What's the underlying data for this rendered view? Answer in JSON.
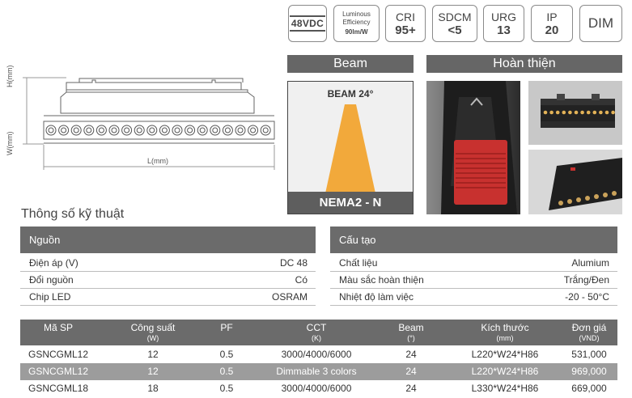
{
  "badges": {
    "voltage": "48VDC",
    "luminous_l1": "Luminous",
    "luminous_l2": "Efficiency",
    "luminous_value": "90lm/W",
    "cri_label": "CRI",
    "cri_value": "95+",
    "sdcm_label": "SDCM",
    "sdcm_value": "<5",
    "urg_label": "URG",
    "urg_value": "13",
    "ip_label": "IP",
    "ip_value": "20",
    "dim_label": "DIM"
  },
  "drawing": {
    "h_label": "H(mm)",
    "w_label": "W(mm)",
    "l_label": "L(mm)"
  },
  "beam": {
    "header": "Beam",
    "angle": "BEAM 24°",
    "model": "NEMA2 - N"
  },
  "finish": {
    "header": "Hoàn thiện"
  },
  "specs": {
    "title": "Thông số kỹ thuật",
    "power": {
      "header": "Nguồn",
      "rows": [
        {
          "key": "Điện áp (V)",
          "value": "DC 48"
        },
        {
          "key": "Đổi nguồn",
          "value": "Có"
        },
        {
          "key": "Chip LED",
          "value": "OSRAM"
        }
      ]
    },
    "structure": {
      "header": "Cấu tạo",
      "rows": [
        {
          "key": "Chất liệu",
          "value": "Alumium"
        },
        {
          "key": "Màu sắc hoàn thiện",
          "value": "Trắng/Đen"
        },
        {
          "key": "Nhiệt độ làm việc",
          "value": "-20 - 50°C"
        }
      ]
    }
  },
  "products": {
    "columns": [
      {
        "label": "Mã SP",
        "unit": ""
      },
      {
        "label": "Công suất",
        "unit": "(W)"
      },
      {
        "label": "PF",
        "unit": ""
      },
      {
        "label": "CCT",
        "unit": "(K)"
      },
      {
        "label": "Beam",
        "unit": "(°)"
      },
      {
        "label": "Kích thước",
        "unit": "(mm)"
      },
      {
        "label": "Đơn giá",
        "unit": "(VND)"
      }
    ],
    "rows": [
      [
        "GSNCGML12",
        "12",
        "0.5",
        "3000/4000/6000",
        "24",
        "L220*W24*H86",
        "531,000"
      ],
      [
        "GSNCGML12",
        "12",
        "0.5",
        "Dimmable 3 colors",
        "24",
        "L220*W24*H86",
        "969,000"
      ],
      [
        "GSNCGML18",
        "18",
        "0.5",
        "3000/4000/6000",
        "24",
        "L330*W24*H86",
        "669,000"
      ]
    ]
  },
  "colors": {
    "beam_cone": "#f2a93b",
    "header_gray": "#6b6b6b",
    "alt_row": "#9c9c9c",
    "connector_red": "#c8312f"
  }
}
